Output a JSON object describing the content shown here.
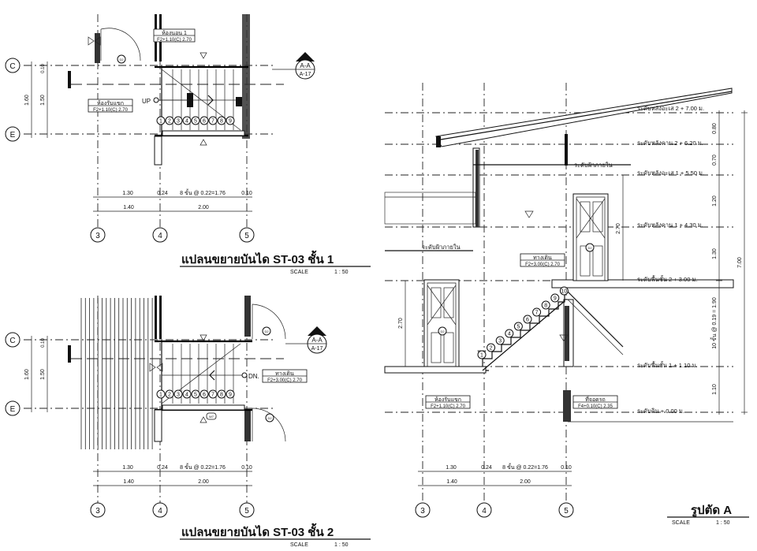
{
  "plan1": {
    "title": "แปลนขยายบันได ST-03 ชั้น 1",
    "scale_label": "SCALE",
    "scale_value": "1 : 50",
    "room_top_name": "ห้องนอน 1",
    "room_top_spec": "F2+1.10(C) 2.70",
    "room_name": "ห้องรับแขก",
    "room_spec": "F2+1.10(C) 2.70",
    "up_label": "UP",
    "door_tag": "D2",
    "steps": [
      "1",
      "2",
      "3",
      "4",
      "5",
      "6",
      "7",
      "8",
      "9"
    ],
    "dim_1_30": "1.30",
    "dim_0_24": "0.24",
    "dim_stairs": "8 ขั้น @ 0.22=1.76",
    "dim_0_10": "0.10",
    "dim_1_40": "1.40",
    "dim_2_00": "2.00",
    "dim_v_1_60": "1.60",
    "dim_v_1_50": "1.50",
    "dim_v_0_10": "0.10",
    "section_ref": "A-A",
    "section_sheet": "A-17"
  },
  "plan2": {
    "title": "แปลนขยายบันได ST-03 ชั้น 2",
    "scale_label": "SCALE",
    "scale_value": "1 : 50",
    "room_name": "ทางเดิน",
    "room_spec": "F2+3.00(C) 2.70",
    "dn_label": "DN.",
    "door_tag": "D2",
    "window_tag": "W7",
    "steps": [
      "1",
      "2",
      "3",
      "4",
      "5",
      "6",
      "7",
      "8",
      "9"
    ],
    "dim_1_30": "1.30",
    "dim_0_24": "0.24",
    "dim_stairs": "8 ขั้น @ 0.22=1.76",
    "dim_0_10": "0.10",
    "dim_1_40": "1.40",
    "dim_2_00": "2.00",
    "dim_v_1_60": "1.60",
    "dim_v_1_50": "1.50",
    "dim_v_0_10": "0.10",
    "section_ref": "A-A",
    "section_sheet": "A-17"
  },
  "grid": {
    "c": "C",
    "e": "E",
    "g3": "3",
    "g4": "4",
    "g5": "5"
  },
  "section": {
    "title": "รูปตัด A",
    "scale_label": "SCALE",
    "scale_value": "1 : 50",
    "levels": [
      "ระดับหลังอะเส 2 + 7.00 ม.",
      "ระดับหลังคาน 2 + 6.20 ม.",
      "ระดับฝ้าภายใน",
      "ระดับหลังอะเส 1 + 5.50 ม.",
      "ระดับหลังคาน 1 + 4.30 ม.",
      "ระดับพื้นชั้น 2 + 3.00 ม.",
      "ระดับพื้นชั้น 1 + 1.10 ม.",
      "ระดับดิน + 0.00 ม."
    ],
    "ceiling_label_left": "ระดับฝ้าภายใน",
    "right_dims": [
      "0.80",
      "0.70",
      "1.20",
      "1.30",
      "10 ขั้น @ 0.19 = 1.90",
      "1.10"
    ],
    "total_dim": "7.00",
    "room_upper_name": "ทางเดิน",
    "room_upper_spec": "F2+3.00(C) 2.70",
    "room_lower_name": "ห้องรับแขก",
    "room_lower_spec": "F2+1.10(C) 2.70",
    "room_garage_name": "ที่จอดรถ",
    "room_garage_spec": "F4+0.10(C) 2.35",
    "dim_270_left": "2.70",
    "dim_270_right": "2.70",
    "steps": [
      "1",
      "2",
      "3",
      "4",
      "5",
      "6",
      "7",
      "8",
      "9",
      "10"
    ],
    "door_tag": "D2",
    "dim_1_30": "1.30",
    "dim_0_24": "0.24",
    "dim_stairs": "8 ขั้น @ 0.22=1.76",
    "dim_0_10": "0.10",
    "dim_1_40": "1.40",
    "dim_2_00": "2.00"
  }
}
